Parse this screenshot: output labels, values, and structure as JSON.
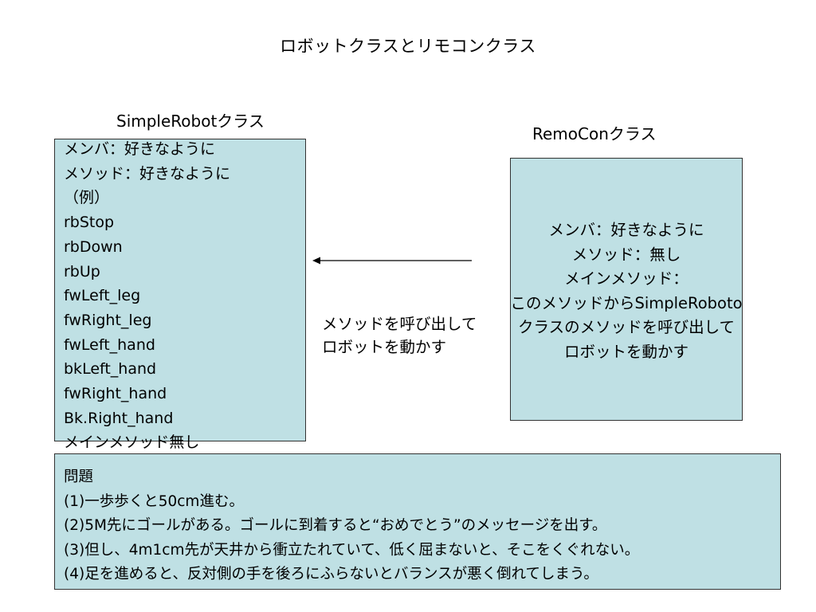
{
  "title": "ロボットクラスとリモコンクラス",
  "robot": {
    "heading": "SimpleRobotクラス",
    "lines": [
      "メンバ：好きなように",
      "メソッド：好きなように",
      "（例）",
      "rbStop",
      "rbDown",
      "rbUp",
      "fwLeft_leg",
      "fwRight_leg",
      "fwLeft_hand",
      "bkLeft_hand",
      "fwRight_hand",
      "Bk.Right_hand",
      "メインメソッド無し"
    ]
  },
  "remocon": {
    "heading": "RemoConクラス",
    "lines": [
      "メンバ：好きなように",
      "メソッド：無し",
      "メインメソッド：",
      "このメソッドからSimpleRoboto",
      "クラスのメソッドを呼び出して",
      "ロボットを動かす"
    ]
  },
  "arrow_label": [
    "メソッドを呼び出して",
    "ロボットを動かす"
  ],
  "problem": {
    "heading": "問題",
    "lines": [
      "(1)一歩歩くと50cm進む。",
      "(2)5M先にゴールがある。ゴールに到着すると“おめでとう”のメッセージを出す。",
      "(3)但し、4m1cm先が天井から衝立たれていて、低く屈まないと、そこをくぐれない。",
      "(4)足を進めると、反対側の手を後ろにふらないとバランスが悪く倒れてしまう。"
    ]
  },
  "colors": {
    "box_fill": "#bfe0e4",
    "border": "#333333"
  }
}
